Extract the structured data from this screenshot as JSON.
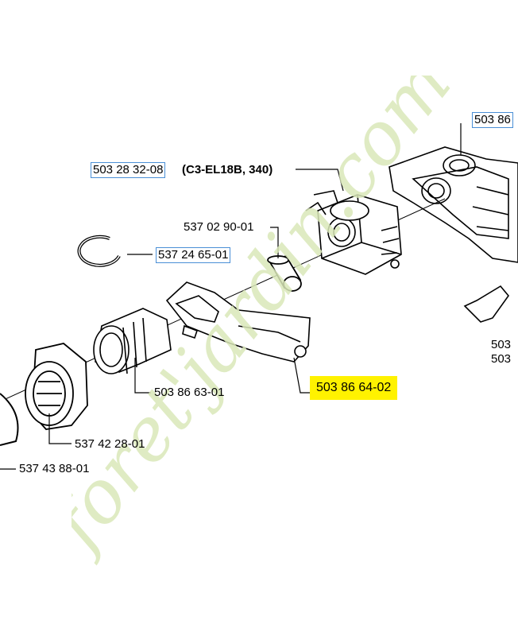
{
  "watermark": "foret'jardin.com",
  "colors": {
    "link_border": "#4a8fd6",
    "highlight": "#fff200",
    "watermark": "#d9e8b8"
  },
  "labels": {
    "top_right": "503 86",
    "carb_part": "503 28 32-08",
    "carb_model": "(C3-EL18B, 340)",
    "ring_part": "537 02 90-01",
    "circlip_part": "537 24 65-01",
    "intake_part": "503 86 63-01",
    "bracket_part": "503 86 64-02",
    "filter_part": "537 42 28-01",
    "cover_part": "537 43 88-01",
    "right_1": "503",
    "right_2": "503"
  }
}
